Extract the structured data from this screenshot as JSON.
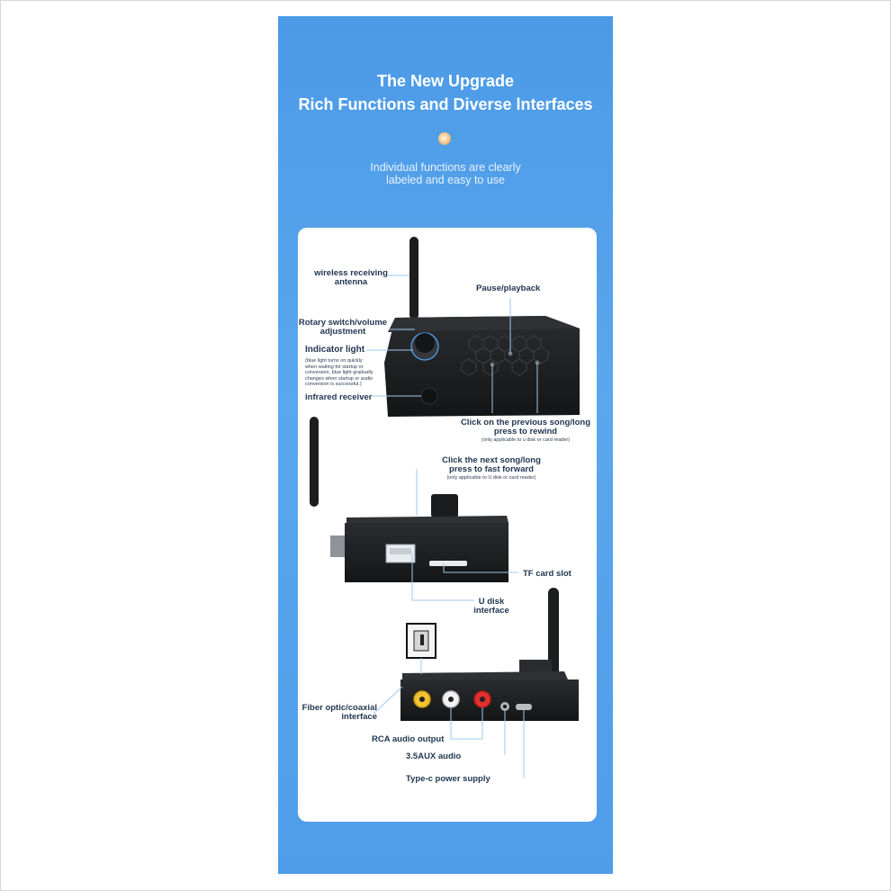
{
  "banner": {
    "title_line1": "The New Upgrade",
    "title_line2": "Rich Functions and Diverse lnterfaces",
    "subtitle_line1": "Individual functions are clearly",
    "subtitle_line2": "labeled and easy to use"
  },
  "labels": {
    "antenna_line1": "wireless receiving",
    "antenna_line2": "antenna",
    "pause": "Pause/playback",
    "rotary_line1": "Rotary switch/volume",
    "rotary_line2": "adjustment",
    "indicator": "Indicator light",
    "indicator_note_1": "(blue light turns on quickly",
    "indicator_note_2": "when waiting for startup or",
    "indicator_note_3": "conversion, blue light gradually",
    "indicator_note_4": "changes when startup or audio",
    "indicator_note_5": "conversion is successful.)",
    "infrared": "infrared receiver",
    "prev_line1": "Click on the previous song/long",
    "prev_line2": "press to rewind",
    "prev_note": "(only applicable to u disk or card reader)",
    "next_line1": "Click the next song/long",
    "next_line2": "press to fast forward",
    "next_note": "(only applicable to U disk or card reader)",
    "tf": "TF card slot",
    "udisk_line1": "U disk",
    "udisk_line2": "interface",
    "fiber_line1": "Fiber optic/coaxial",
    "fiber_line2": "interface",
    "rca": "RCA audio output",
    "aux": "3.5AUX audio",
    "typec": "Type-c power supply"
  },
  "colors": {
    "banner": "#4f9de8",
    "card": "#ffffff",
    "device": "#202224",
    "leader": "#9cc8ef"
  }
}
